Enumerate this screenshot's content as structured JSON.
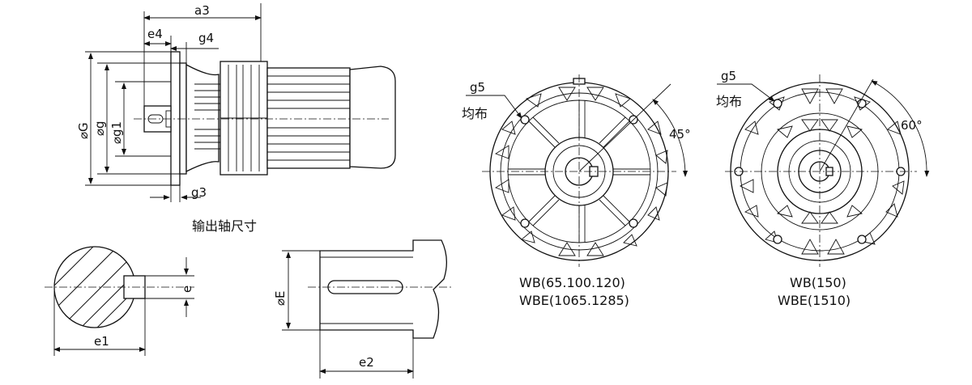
{
  "labels": {
    "a3": "a3",
    "e4": "e4",
    "g4": "g4",
    "dia_G": "⌀G",
    "dia_g": "⌀g",
    "dia_g1": "⌀g1",
    "g3": "g3",
    "shaft_title": "输出轴尺寸",
    "e": "e",
    "e1": "e1",
    "dia_E": "⌀E",
    "e2": "e2",
    "g5_left": "g5",
    "uniform_left": "均布",
    "angle_45": "45°",
    "g5_right": "g5",
    "uniform_right": "均布",
    "angle_60": "60°"
  },
  "captions": {
    "left_line1": "WB(65.100.120)",
    "left_line2": "WBE(1065.1285)",
    "right_line1": "WB(150)",
    "right_line2": "WBE(1510)"
  }
}
